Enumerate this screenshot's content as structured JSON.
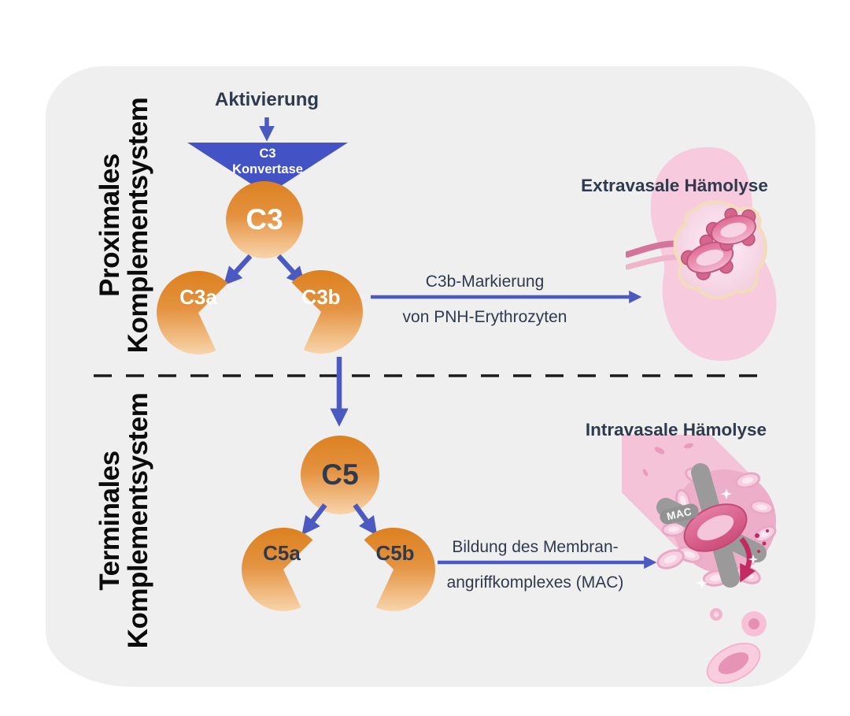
{
  "colors": {
    "canvas_gray": "#f0eff0",
    "accent_blue": "#4b5ac1",
    "triangle_blue": "#4353c5",
    "dark_text": "#2f3a4d",
    "black_text": "#0b0b0b",
    "orange_dark": "#dc8120",
    "orange_light": "#f8d5ab",
    "pink_light": "#f7cade",
    "pink_mid": "#ecaec8",
    "pink_deep": "#d4658c",
    "mac_gray": "#929292",
    "dash_black": "#1b1b1b"
  },
  "sections": {
    "proximal": {
      "line1": "Proximales",
      "line2": "Komplementsystem"
    },
    "terminal": {
      "line1": "Terminales",
      "line2": "Komplementsystem"
    }
  },
  "cascade": {
    "activation_label": "Aktivierung",
    "convertase": {
      "line1": "C3",
      "line2": "Konvertase"
    },
    "c3": "C3",
    "c3a": "C3a",
    "c3b": "C3b",
    "c5": "C5",
    "c5a": "C5a",
    "c5b": "C5b"
  },
  "processes": {
    "c3b_marking": {
      "line1": "C3b-Markierung",
      "line2": "von PNH-Erythrozyten"
    },
    "mac_formation": {
      "line1": "Bildung des Membran-",
      "line2": "angriffkomplexes (MAC)"
    }
  },
  "outcomes": {
    "extravascular_title": "Extravasale Hämolyse",
    "intravascular_title": "Intravasale Hämolyse",
    "mac_badge": "MAC"
  }
}
